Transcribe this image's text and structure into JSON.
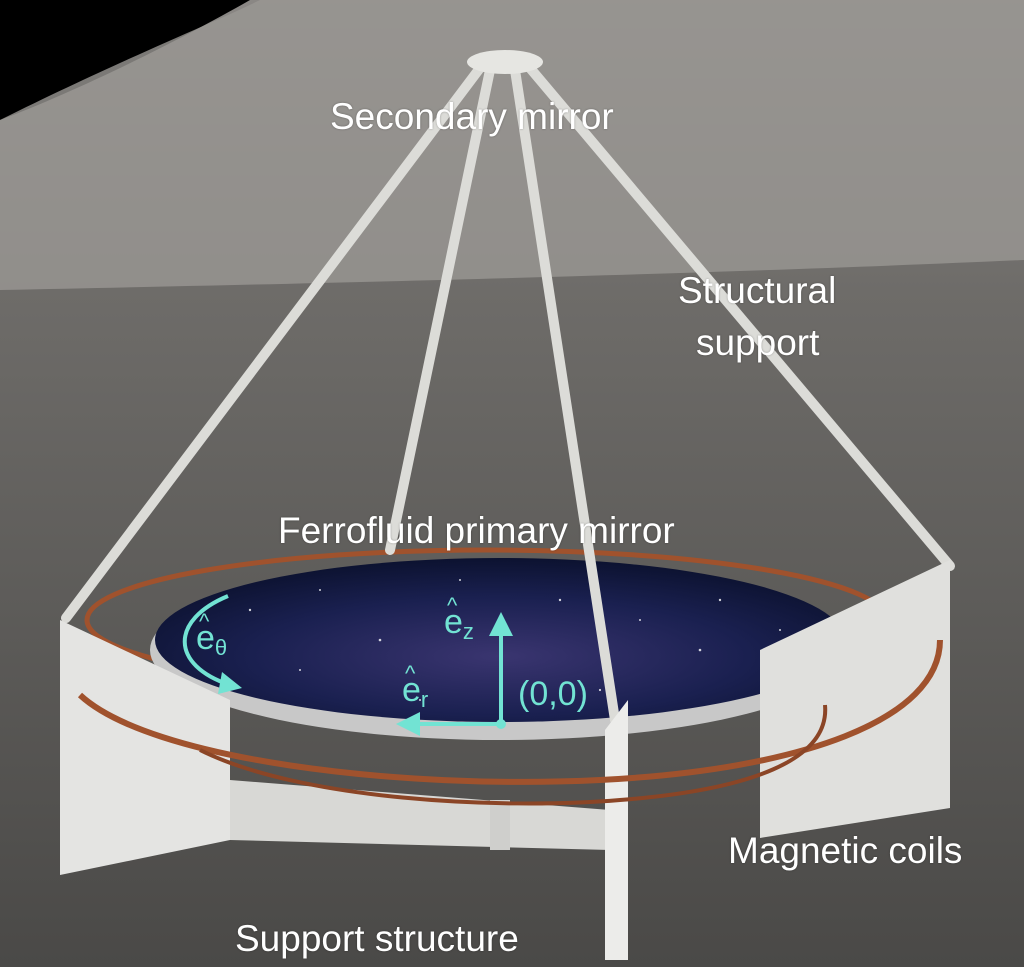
{
  "labels": {
    "secondary_mirror": "Secondary mirror",
    "structural_support_line1": "Structural",
    "structural_support_line2": "support",
    "primary_mirror": "Ferrofluid primary mirror",
    "magnetic_coils": "Magnetic coils",
    "support_structure": "Support structure"
  },
  "axes": {
    "e_theta_base": "e",
    "e_theta_sub": "θ",
    "e_z_base": "e",
    "e_z_sub": "z",
    "e_r_base": "e",
    "e_r_sub": "r",
    "origin": "(0,0)"
  },
  "colors": {
    "axis": "#72e3d3",
    "coil": "#a0522d",
    "panel": "#e4e4e2",
    "sky_mirror": "#141a44"
  }
}
